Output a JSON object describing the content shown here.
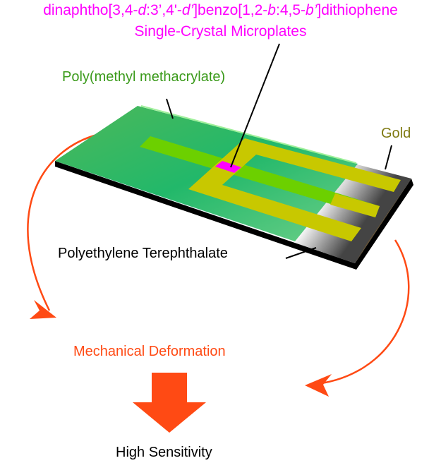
{
  "title": {
    "line1_parts": [
      "dinaphtho[3,4-",
      "d",
      ":3’,4'-",
      "d’",
      "]benzo[1,2-",
      "b",
      ":4,5-",
      "b’",
      "]dithiophene"
    ],
    "line2": "Single-Crystal Microplates"
  },
  "labels": {
    "pmma": "Poly(methyl methacrylate)",
    "gold": "Gold",
    "pet": "Polyethylene Terephthalate",
    "deformation": "Mechanical Deformation",
    "result": "High Sensitivity"
  },
  "colors": {
    "magenta": "#ff00ff",
    "pmma_green": "#2db868",
    "gold": "#c8c800",
    "gold_text": "#7f7a12",
    "orange": "#ff4a14",
    "pmma_text": "#3a9a1a"
  }
}
